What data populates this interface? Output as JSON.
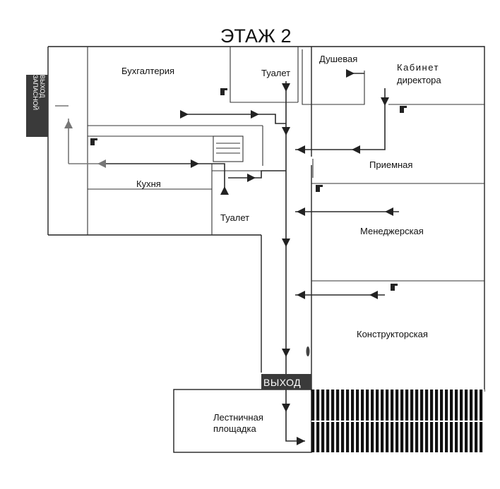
{
  "title": "ЭТАЖ 2",
  "rooms": {
    "accounting": "Бухгалтерия",
    "toilet_top": "Туалет",
    "shower": "Душевая",
    "director_line1": "Кабинет",
    "director_line2": "директора",
    "reception": "Приемная",
    "kitchen": "Кухня",
    "toilet_bottom": "Туалет",
    "managers": "Менеджерская",
    "design": "Конструкторская",
    "stairs_line1": "Лестничная",
    "stairs_line2": "площадка"
  },
  "exits": {
    "main": "ВЫХОД",
    "spare_line1": "ЗАПАСНОЙ",
    "spare_line2": "ВЫХОД"
  },
  "icons": {
    "extinguisher": "fire-extinguisher-icon",
    "arrow": "evacuation-arrow-icon"
  },
  "colors": {
    "walls": "#222222",
    "route": "#2a2a2a",
    "exit_label_bg": "#3a3a3a",
    "hatch": "#111111"
  }
}
